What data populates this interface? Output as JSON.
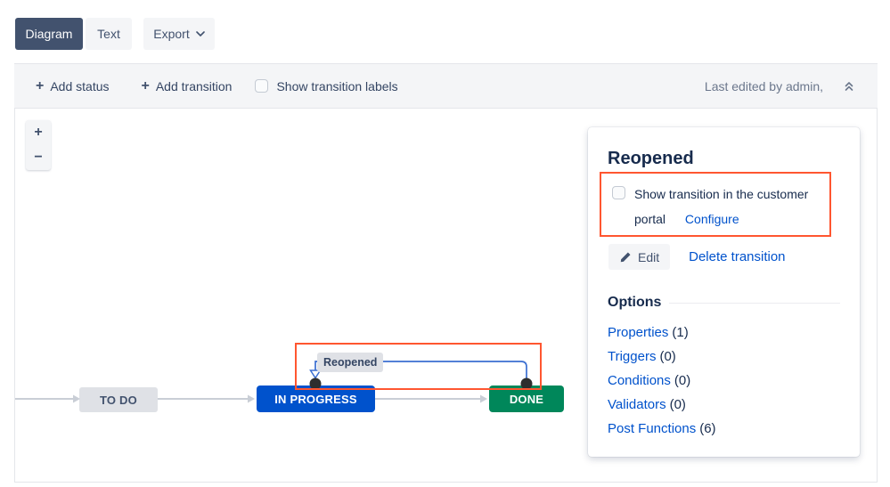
{
  "view_switcher": {
    "diagram_label": "Diagram",
    "text_label": "Text",
    "export_label": "Export"
  },
  "toolbar": {
    "add_status_label": "Add status",
    "add_transition_label": "Add transition",
    "show_transition_labels_label": "Show transition labels",
    "last_edited_text": "Last edited by admin,"
  },
  "icons": {
    "plus": "+",
    "zoom_in": "+",
    "zoom_out": "−"
  },
  "canvas": {
    "statuses": [
      {
        "label": "TO DO"
      },
      {
        "label": "IN PROGRESS"
      },
      {
        "label": "DONE"
      }
    ],
    "transition": {
      "label": "Reopened"
    }
  },
  "panel": {
    "title": "Reopened",
    "customer_portal": {
      "checkbox_label": "Show transition in the customer portal",
      "configure_label": "Configure"
    },
    "edit_label": "Edit",
    "delete_label": "Delete transition",
    "options": {
      "heading": "Options",
      "items": [
        {
          "label": "Properties",
          "count": "(1)"
        },
        {
          "label": "Triggers",
          "count": "(0)"
        },
        {
          "label": "Conditions",
          "count": "(0)"
        },
        {
          "label": "Validators",
          "count": "(0)"
        },
        {
          "label": "Post Functions",
          "count": "(6)"
        }
      ]
    }
  },
  "colors": {
    "selected_tab_bg": "#42526E",
    "toolbar_bg": "#F4F5F7",
    "link_blue": "#0052CC",
    "highlight_red": "#FF5630",
    "status_todo_bg": "#DFE1E6",
    "status_in_progress_bg": "#0052CC",
    "status_done_bg": "#00875A",
    "transition_line_blue": "#3B6FD1",
    "default_edge_gray": "#C1C7D0"
  }
}
